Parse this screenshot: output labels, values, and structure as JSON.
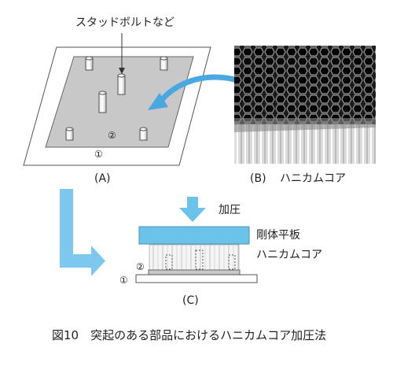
{
  "panel_a": {
    "callout_label": "スタッドボルトなど",
    "marker_1": "①",
    "marker_2": "②",
    "caption": "(A)"
  },
  "panel_b": {
    "caption": "(B)",
    "label": "ハニカムコア"
  },
  "panel_c": {
    "pressure_label": "加圧",
    "rigid_plate_label": "剛体平板",
    "honeycomb_label": "ハニカムコア",
    "marker_1": "①",
    "marker_2": "②",
    "caption": "(C)"
  },
  "figure_caption": "図10　突起のある部品におけるハニカムコア加圧法",
  "colors": {
    "gray_plate": "#c8c8c8",
    "arrow_blue": "#4aa8e0",
    "big_arrow": "#7ec8ef",
    "rigid_plate": "#6cc3ea"
  }
}
